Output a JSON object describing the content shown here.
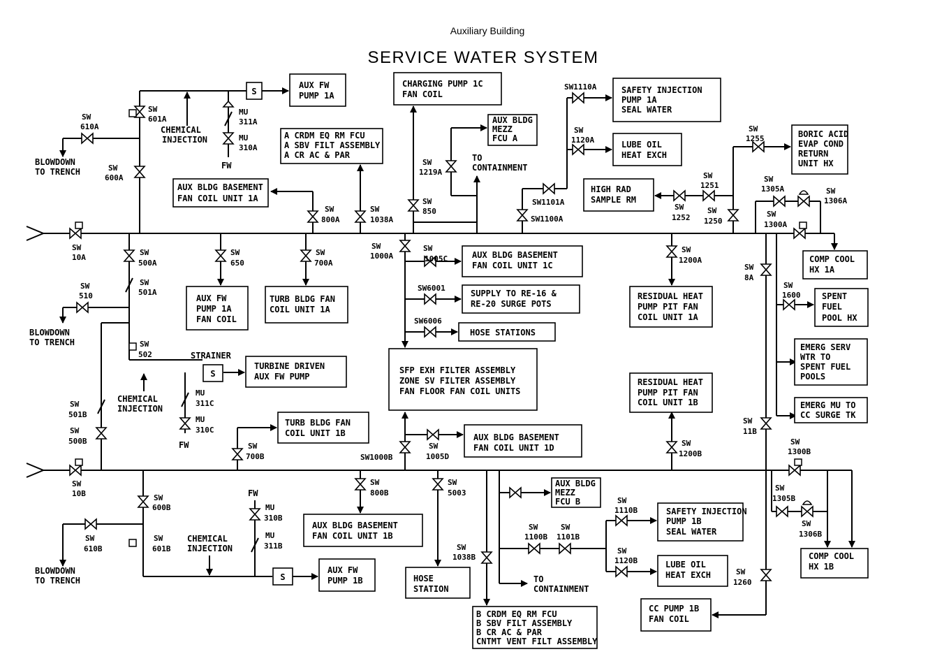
{
  "header": {
    "subtitle": "Auxiliary Building",
    "title": "SERVICE WATER SYSTEM"
  },
  "boxes": {
    "aux_fw_pump_1a": [
      "AUX FW",
      "PUMP 1A"
    ],
    "charging_pump_1c": [
      "CHARGING PUMP 1C",
      "FAN COIL"
    ],
    "safety_inj_1a": [
      "SAFETY INJECTION",
      "PUMP 1A",
      "SEAL WATER"
    ],
    "crdm_a": [
      "A CRDM EQ RM FCU",
      "A SBV FILT ASSEMBLY",
      "A CR AC & PAR"
    ],
    "aux_mezz_a": [
      "AUX BLDG",
      "MEZZ",
      "FCU A"
    ],
    "lube_oil_a": [
      "LUBE OIL",
      "HEAT EXCH"
    ],
    "boric_acid": [
      "BORIC ACID",
      "EVAP COND",
      "RETURN",
      "UNIT HX"
    ],
    "basement_fcu_1a": [
      "AUX BLDG BASEMENT",
      "FAN COIL UNIT 1A"
    ],
    "high_rad": [
      "HIGH RAD",
      "SAMPLE RM"
    ],
    "comp_cool_1a": [
      "COMP COOL",
      "HX 1A"
    ],
    "basement_1c": [
      "AUX BLDG BASEMENT",
      "FAN COIL UNIT 1C"
    ],
    "surge_pots": [
      "SUPPLY TO RE-16 &",
      "RE-20 SURGE POTS"
    ],
    "hose_stations": [
      "HOSE STATIONS"
    ],
    "aux_fw_fan_coil_1a": [
      "AUX FW",
      "PUMP 1A",
      "FAN COIL"
    ],
    "turb_fcu_1a": [
      "TURB BLDG FAN",
      "COIL UNIT 1A"
    ],
    "rhr_1a": [
      "RESIDUAL HEAT",
      "PUMP PIT FAN",
      "COIL UNIT 1A"
    ],
    "spent_fuel_hx": [
      "SPENT",
      "FUEL",
      "POOL HX"
    ],
    "sfp_exh": [
      "SFP EXH FILTER ASSEMBLY",
      "ZONE SV FILTER ASSEMBLY",
      "FAN FLOOR FAN COIL UNITS"
    ],
    "turbine_aux_fw": [
      "TURBINE DRIVEN",
      "AUX FW PUMP"
    ],
    "emerg_serv": [
      "EMERG SERV",
      "WTR TO",
      "SPENT FUEL",
      "POOLS"
    ],
    "rhr_1b": [
      "RESIDUAL HEAT",
      "PUMP PIT FAN",
      "COIL UNIT 1B"
    ],
    "emerg_mu": [
      "EMERG MU TO",
      "CC SURGE TK"
    ],
    "turb_fcu_1b": [
      "TURB BLDG FAN",
      "COIL UNIT 1B"
    ],
    "basement_1d": [
      "AUX BLDG BASEMENT",
      "FAN COIL UNIT 1D"
    ],
    "aux_mezz_b": [
      "AUX BLDG",
      "MEZZ",
      "FCU B"
    ],
    "safety_inj_1b": [
      "SAFETY INJECTION",
      "PUMP 1B",
      "SEAL WATER"
    ],
    "basement_1b": [
      "AUX BLDG BASEMENT",
      "FAN COIL UNIT 1B"
    ],
    "comp_cool_1b": [
      "COMP COOL",
      "HX 1B"
    ],
    "aux_fw_pump_1b": [
      "AUX FW",
      "PUMP 1B"
    ],
    "hose_station": [
      "HOSE",
      "STATION"
    ],
    "lube_oil_b": [
      "LUBE OIL",
      "HEAT EXCH"
    ],
    "cc_pump_1b": [
      "CC PUMP 1B",
      "FAN COIL"
    ],
    "crdm_b": [
      "B CRDM EQ RM FCU",
      "B SBV FILT ASSEMBLY",
      "B CR AC & PAR",
      "CNTMT VENT FILT ASSEMBLY"
    ]
  },
  "labels": {
    "blowdown_a": [
      "BLOWDOWN",
      "TO TRENCH"
    ],
    "blowdown_mid": [
      "BLOWDOWN",
      "TO TRENCH"
    ],
    "blowdown_b": [
      "BLOWDOWN",
      "TO TRENCH"
    ],
    "chem_a": [
      "CHEMICAL",
      "INJECTION"
    ],
    "chem_mid": [
      "CHEMICAL",
      "INJECTION"
    ],
    "chem_b": [
      "CHEMICAL",
      "INJECTION"
    ],
    "to_cont_a": [
      "TO",
      "CONTAINMENT"
    ],
    "to_cont_b": [
      "TO",
      "CONTAINMENT"
    ],
    "strainer": "STRAINER",
    "fw_a": "FW",
    "fw_mid": "FW",
    "fw_b": "FW",
    "strainer_s": "S"
  },
  "tags": {
    "sw610a": [
      "SW",
      "610A"
    ],
    "sw601a": [
      "SW",
      "601A"
    ],
    "mu311a": [
      "MU",
      "311A"
    ],
    "mu310a": [
      "MU",
      "310A"
    ],
    "sw600a": [
      "SW",
      "600A"
    ],
    "sw800a": [
      "SW",
      "800A"
    ],
    "sw1038a": [
      "SW",
      "1038A"
    ],
    "sw1219a": [
      "SW",
      "1219A"
    ],
    "sw850": [
      "SW",
      "850"
    ],
    "sw1110a": [
      "SW1110A"
    ],
    "sw1120a": [
      "SW",
      "1120A"
    ],
    "sw1101a": [
      "SW1101A"
    ],
    "sw1100a": [
      "SW1100A"
    ],
    "sw1255": [
      "SW",
      "1255"
    ],
    "sw1251": [
      "SW",
      "1251"
    ],
    "sw1252": [
      "SW",
      "1252"
    ],
    "sw1250": [
      "SW",
      "1250"
    ],
    "sw1305a": [
      "SW",
      "1305A"
    ],
    "sw1306a": [
      "SW",
      "1306A"
    ],
    "sw1300a": [
      "SW",
      "1300A"
    ],
    "sw10a": [
      "SW",
      "10A"
    ],
    "sw500a": [
      "SW",
      "500A"
    ],
    "sw650": [
      "SW",
      "650"
    ],
    "sw700a": [
      "SW",
      "700A"
    ],
    "sw1000a": [
      "SW",
      "1000A"
    ],
    "sw1005c": [
      "SW",
      "1005C"
    ],
    "sw6001": [
      "SW6001"
    ],
    "sw6006": [
      "SW6006"
    ],
    "sw1200a": [
      "SW",
      "1200A"
    ],
    "sw8a": [
      "SW",
      "8A"
    ],
    "sw1600": [
      "SW",
      "1600"
    ],
    "sw501a": [
      "SW",
      "501A"
    ],
    "sw510": [
      "SW",
      "510"
    ],
    "sw502": [
      "SW",
      "502"
    ],
    "mu311c": [
      "MU",
      "311C"
    ],
    "mu310c": [
      "MU",
      "310C"
    ],
    "sw501b": [
      "SW",
      "501B"
    ],
    "sw500b": [
      "SW",
      "500B"
    ],
    "sw700b": [
      "SW",
      "700B"
    ],
    "sw1000b": [
      "SW1000B"
    ],
    "sw1005d": [
      "SW",
      "1005D"
    ],
    "sw1200b": [
      "SW",
      "1200B"
    ],
    "sw11b": [
      "SW",
      "11B"
    ],
    "sw1300b": [
      "SW",
      "1300B"
    ],
    "sw10b": [
      "SW",
      "10B"
    ],
    "sw600b": [
      "SW",
      "600B"
    ],
    "sw800b": [
      "SW",
      "800B"
    ],
    "sw5003": [
      "SW",
      "5003"
    ],
    "sw1305b": [
      "SW",
      "1305B"
    ],
    "sw1306b": [
      "SW",
      "1306B"
    ],
    "sw610b": [
      "SW",
      "610B"
    ],
    "sw601b": [
      "SW",
      "601B"
    ],
    "mu310b": [
      "MU",
      "310B"
    ],
    "mu311b": [
      "MU",
      "311B"
    ],
    "sw1110b": [
      "SW",
      "1110B"
    ],
    "sw1100b": [
      "SW",
      "1100B"
    ],
    "sw1101b": [
      "SW",
      "1101B"
    ],
    "sw1120b": [
      "SW",
      "1120B"
    ],
    "sw1038b": [
      "SW",
      "1038B"
    ],
    "sw1260": [
      "SW",
      "1260"
    ]
  }
}
